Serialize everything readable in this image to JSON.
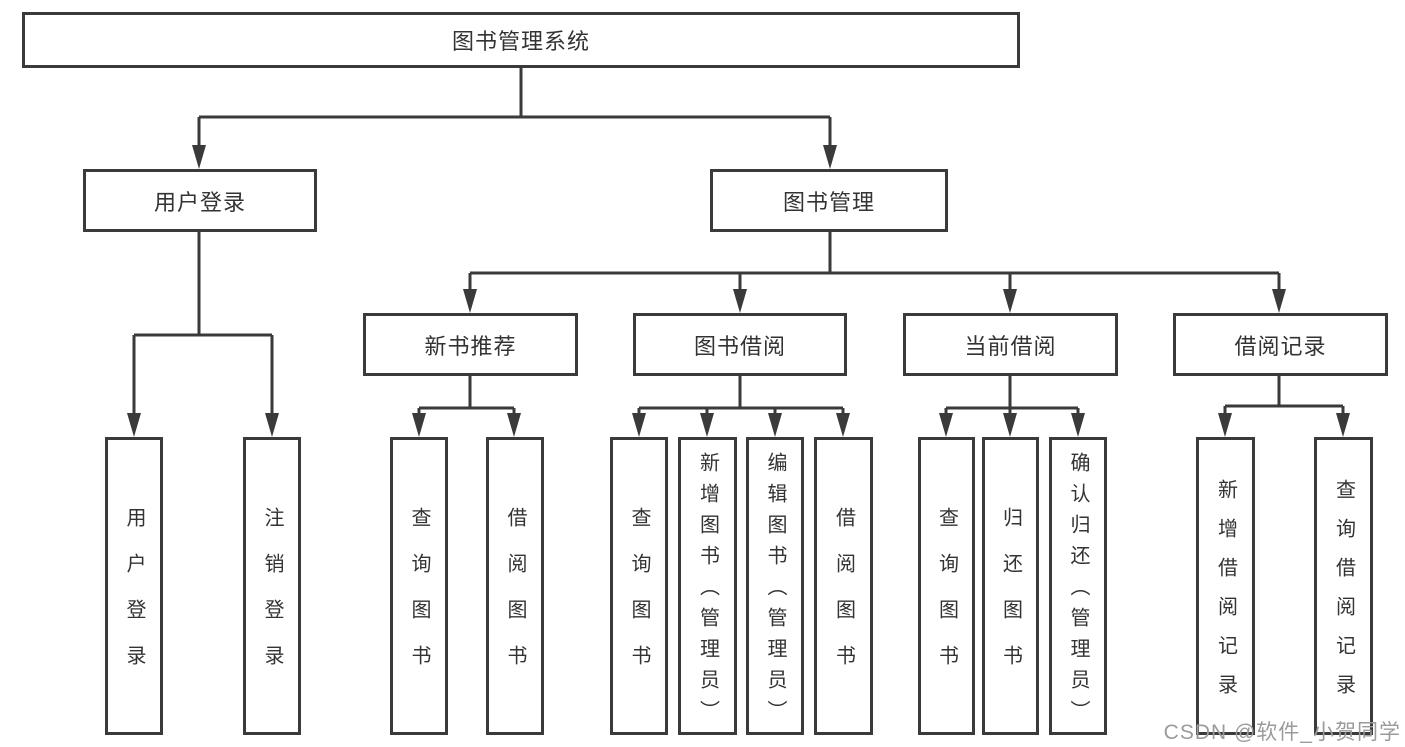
{
  "colors": {
    "line": "#3a3a3a",
    "text": "#333333",
    "watermark": "#9b9b9b",
    "background": "#ffffff"
  },
  "watermark": "CSDN @软件_小贺同学",
  "nodes": {
    "root": "图书管理系统",
    "user_login": "用户登录",
    "book_mgmt": "图书管理",
    "new_books": "新书推荐",
    "book_borrow": "图书借阅",
    "current_borrow": "当前借阅",
    "borrow_records": "借阅记录",
    "leaves_user_login": [
      "用户登录",
      "注销登录"
    ],
    "leaves_new_books": [
      "查询图书",
      "借阅图书"
    ],
    "leaves_book_borrow": [
      "查询图书",
      "新增图书（管理员）",
      "编辑图书（管理员）",
      "借阅图书"
    ],
    "leaves_current_borrow": [
      "查询图书",
      "归还图书",
      "确认归还（管理员）"
    ],
    "leaves_borrow_records": [
      "新增借阅记录",
      "查询借阅记录"
    ]
  }
}
